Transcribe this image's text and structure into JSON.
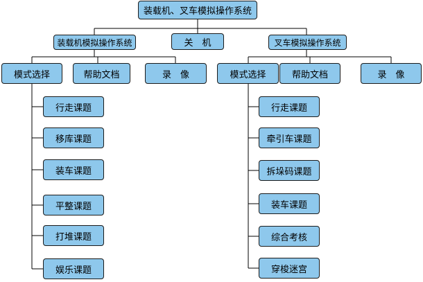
{
  "root": {
    "label": "装载机、叉车模拟操作系统"
  },
  "level1": [
    {
      "label": "装载机模拟操作系统"
    },
    {
      "label": "关　机"
    },
    {
      "label": "叉车模拟操作系统"
    }
  ],
  "loader": {
    "menu": [
      {
        "label": "模式选择"
      },
      {
        "label": "帮助文档"
      },
      {
        "label": "录　像"
      }
    ],
    "modes": [
      {
        "label": "行走课题"
      },
      {
        "label": "移库课题"
      },
      {
        "label": "装车课题"
      },
      {
        "label": "平整课题"
      },
      {
        "label": "打堆课题"
      },
      {
        "label": "娱乐课题"
      }
    ]
  },
  "forklift": {
    "menu": [
      {
        "label": "模式选择"
      },
      {
        "label": "帮助文档"
      },
      {
        "label": "录　像"
      }
    ],
    "modes": [
      {
        "label": "行走课题"
      },
      {
        "label": "牵引车课题"
      },
      {
        "label": "拆垛码课题"
      },
      {
        "label": "装车课题"
      },
      {
        "label": "综合考核"
      },
      {
        "label": "穿梭迷宫"
      }
    ]
  }
}
